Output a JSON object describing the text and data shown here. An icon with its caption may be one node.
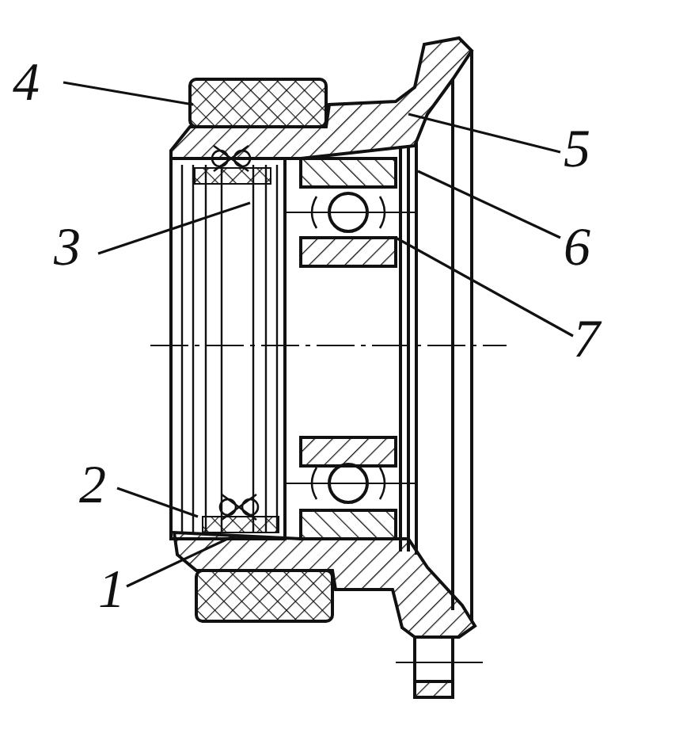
{
  "diagram": {
    "nodes": [
      {
        "text": [
          "4"
        ]
      },
      {
        "text": [
          "3"
        ]
      },
      {
        "text": [
          "2"
        ]
      },
      {
        "text": [
          "1"
        ]
      },
      {
        "text": [
          "5"
        ]
      },
      {
        "text": [
          "6"
        ]
      },
      {
        "text": [
          "7"
        ]
      }
    ],
    "edges": [
      {
        "from": 0,
        "to": null,
        "arrow": "none"
      },
      {
        "from": 1,
        "to": null,
        "arrow": "none"
      },
      {
        "from": 2,
        "to": null,
        "arrow": "none"
      },
      {
        "from": 3,
        "to": null,
        "arrow": "none"
      },
      {
        "from": 4,
        "to": null,
        "arrow": "none"
      },
      {
        "from": 5,
        "to": null,
        "arrow": "none"
      },
      {
        "from": 6,
        "to": null,
        "arrow": "none"
      }
    ]
  }
}
